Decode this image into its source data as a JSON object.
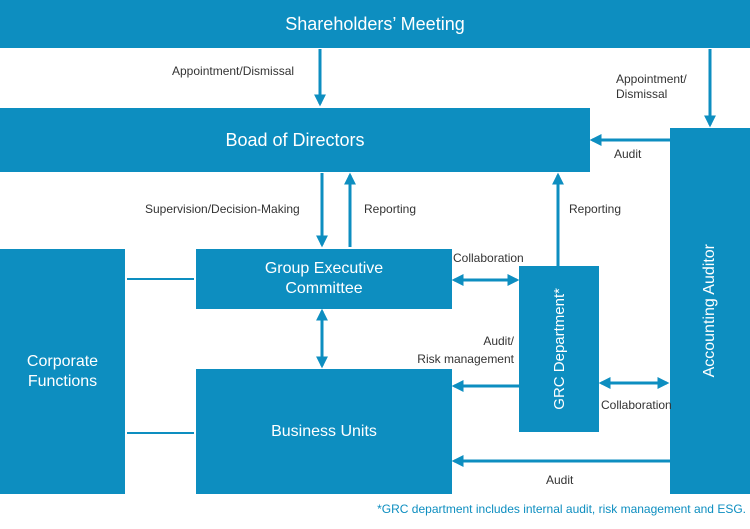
{
  "colors": {
    "box": "#0d8ec0",
    "box_text": "#ffffff",
    "label_text": "#333333",
    "note_text": "#0d8ec0"
  },
  "boxes": {
    "shareholders": "Shareholders’ Meeting",
    "board": "Boad of Directors",
    "group_exec": [
      "Group Executive",
      "Committee"
    ],
    "corporate": [
      "Corporate",
      "Functions"
    ],
    "business_units": "Business Units",
    "grc": "GRC Department*",
    "auditor": "Accounting Auditor"
  },
  "labels": {
    "appointment_left": "Appointment/Dismissal",
    "appointment_right": [
      "Appointment/",
      "Dismissal"
    ],
    "audit_board": "Audit",
    "supervision": "Supervision/Decision-Making",
    "reporting_board": "Reporting",
    "reporting_grc": "Reporting",
    "collaboration_gec": "Collaboration",
    "audit_risk": [
      "Audit/",
      "Risk management"
    ],
    "collaboration_auditor": "Collaboration",
    "audit_bu": "Audit"
  },
  "footnote": "*GRC department includes internal audit, risk management and ESG."
}
